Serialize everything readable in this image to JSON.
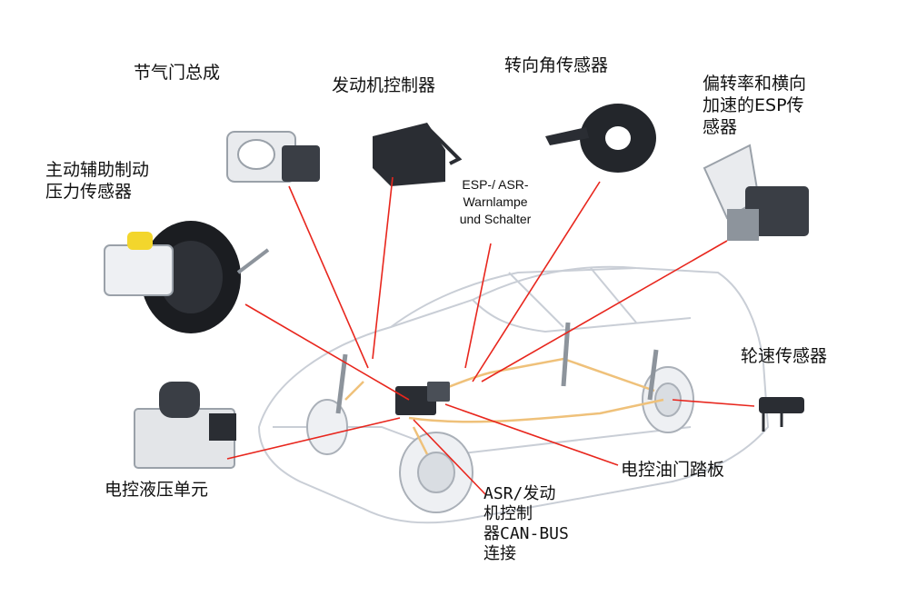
{
  "labels": {
    "throttle": "节气门总成",
    "engine_ecu": "发动机控制器",
    "steering_angle": "转向角传感器",
    "yaw_sensor": "偏转率和横向\n加速的ESP传\n感器",
    "brake_booster": "主动辅助制动\n压力传感器",
    "warn_lamp": "ESP-/ ASR-\nWarnlampe\nund Schalter",
    "wheel_speed": "轮速传感器",
    "hydraulic_unit": "电控液压单元",
    "accel_pedal": "电控油门踏板",
    "can_bus": "ASR/发动\n机控制\n器CAN-BUS\n连接"
  },
  "colors": {
    "leader_line": "#e8261d",
    "car_outline": "#c9ced6",
    "component_dark": "#2a2d33",
    "component_light": "#e9ebee",
    "accent_yellow": "#f3d62c",
    "brake_line": "#efc17a"
  }
}
